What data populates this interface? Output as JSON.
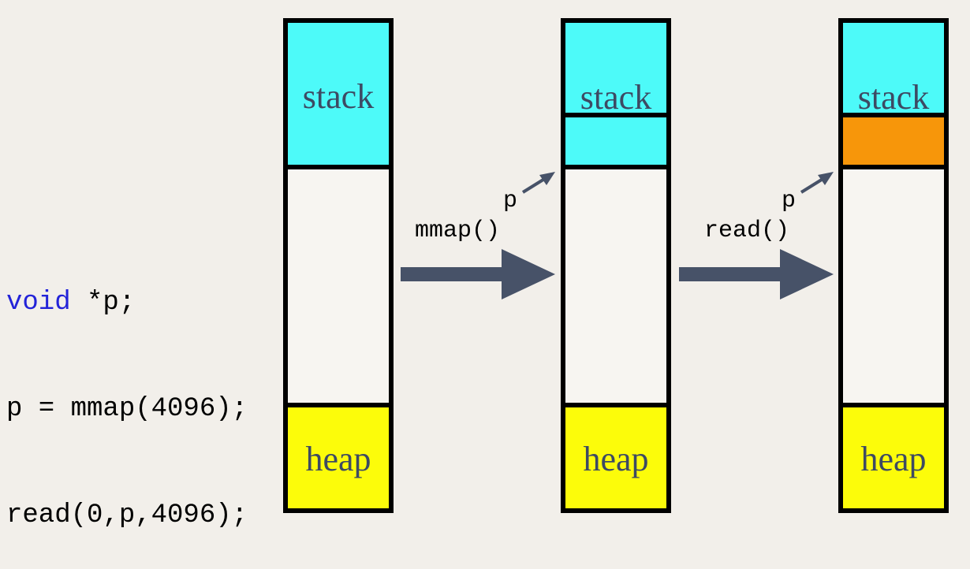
{
  "code": {
    "line1_keyword": "void",
    "line1_rest": " *p;",
    "line2": "p = mmap(4096);",
    "line3": "read(0,p,4096);"
  },
  "columns": {
    "stack_label": "stack",
    "heap_label": "heap"
  },
  "transitions": [
    {
      "pointer_label": "p",
      "call_label": "mmap()"
    },
    {
      "pointer_label": "p",
      "call_label": "read()"
    }
  ],
  "colors": {
    "stack": "#4dfaf9",
    "heap": "#fcfc0a",
    "written_page": "#f7960a",
    "arrow": "#475268",
    "keyword": "#2323d8"
  }
}
